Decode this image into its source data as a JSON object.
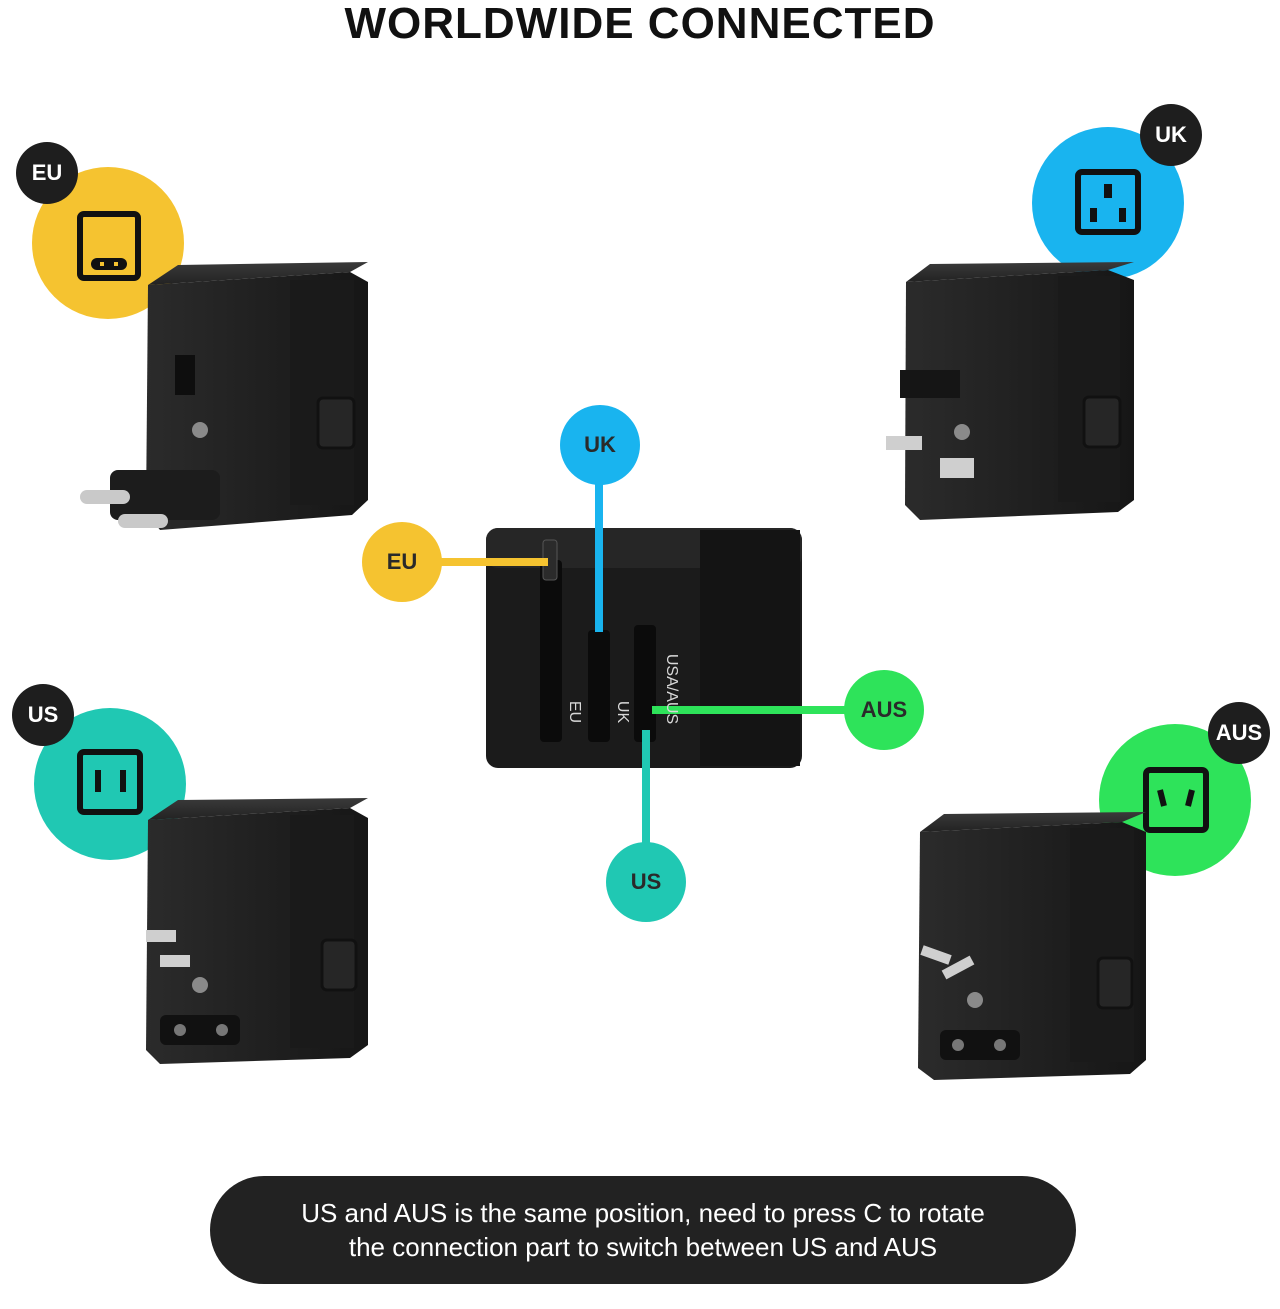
{
  "title": "WORLDWIDE CONNECTED",
  "corners": {
    "eu": "EU",
    "uk": "UK",
    "us": "US",
    "aus": "AUS"
  },
  "center_labels": {
    "eu": "EU",
    "uk": "UK",
    "us": "US",
    "aus": "AUS"
  },
  "slot_labels": {
    "eu": "EU",
    "uk": "UK",
    "usaus": "USA/AUS"
  },
  "note": {
    "line1": "US and AUS is the same position, need to press C to rotate",
    "line2": "the connection part to switch between US and AUS"
  },
  "colors": {
    "eu": "#f5c330",
    "uk": "#19b4ef",
    "us": "#20c8b3",
    "aus": "#2ee35a",
    "dark": "#1e1e1e"
  }
}
